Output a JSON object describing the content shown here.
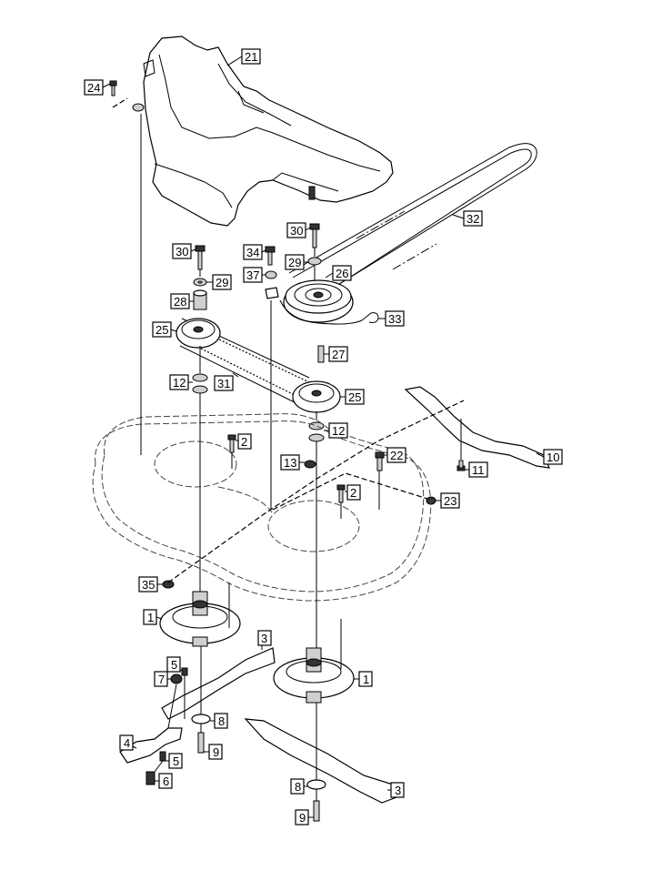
{
  "callouts": [
    {
      "key": "c21",
      "label": "21"
    },
    {
      "key": "c24",
      "label": "24"
    },
    {
      "key": "c32",
      "label": "32"
    },
    {
      "key": "c30a",
      "label": "30"
    },
    {
      "key": "c30b",
      "label": "30"
    },
    {
      "key": "c34",
      "label": "34"
    },
    {
      "key": "c29a",
      "label": "29"
    },
    {
      "key": "c29b",
      "label": "29"
    },
    {
      "key": "c26",
      "label": "26"
    },
    {
      "key": "c37",
      "label": "37"
    },
    {
      "key": "c28",
      "label": "28"
    },
    {
      "key": "c33",
      "label": "33"
    },
    {
      "key": "c25a",
      "label": "25"
    },
    {
      "key": "c27",
      "label": "27"
    },
    {
      "key": "c12a",
      "label": "12"
    },
    {
      "key": "c31",
      "label": "31"
    },
    {
      "key": "c25b",
      "label": "25"
    },
    {
      "key": "c12b",
      "label": "12"
    },
    {
      "key": "c2a",
      "label": "2"
    },
    {
      "key": "c13",
      "label": "13"
    },
    {
      "key": "c22",
      "label": "22"
    },
    {
      "key": "c10",
      "label": "10"
    },
    {
      "key": "c11",
      "label": "11"
    },
    {
      "key": "c2b",
      "label": "2"
    },
    {
      "key": "c23",
      "label": "23"
    },
    {
      "key": "c35",
      "label": "35"
    },
    {
      "key": "c1a",
      "label": "1"
    },
    {
      "key": "c3a",
      "label": "3"
    },
    {
      "key": "c5a",
      "label": "5"
    },
    {
      "key": "c7",
      "label": "7"
    },
    {
      "key": "c1b",
      "label": "1"
    },
    {
      "key": "c8a",
      "label": "8"
    },
    {
      "key": "c4",
      "label": "4"
    },
    {
      "key": "c9a",
      "label": "9"
    },
    {
      "key": "c5b",
      "label": "5"
    },
    {
      "key": "c6",
      "label": "6"
    },
    {
      "key": "c8b",
      "label": "8"
    },
    {
      "key": "c3b",
      "label": "3"
    },
    {
      "key": "c9b",
      "label": "9"
    }
  ]
}
